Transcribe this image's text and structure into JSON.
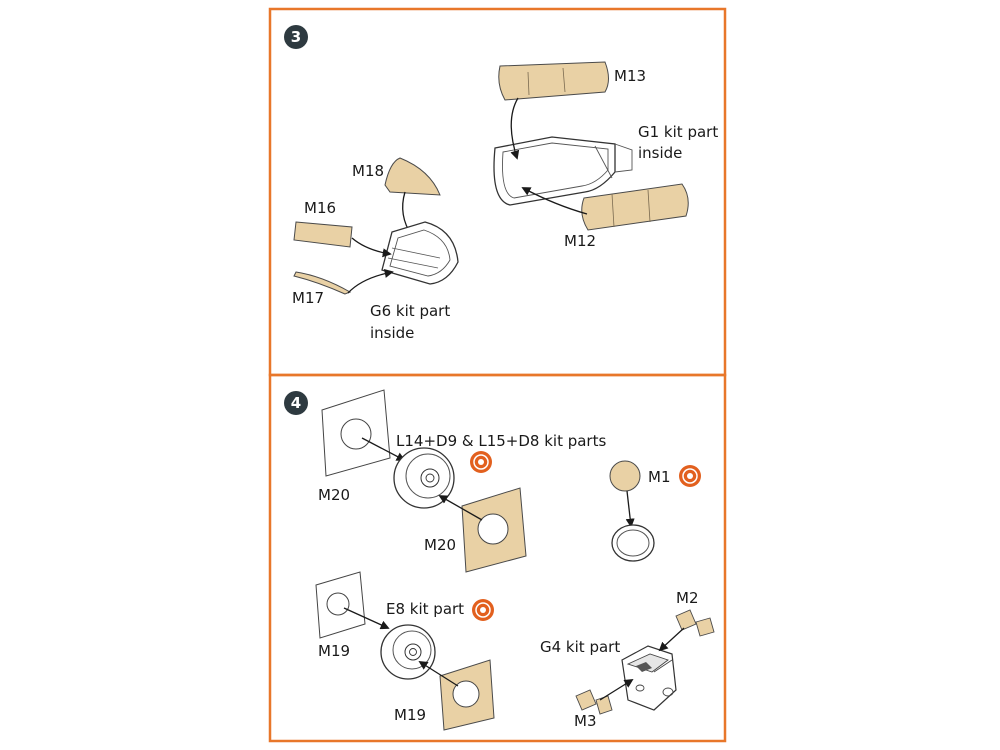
{
  "colors": {
    "frame": "#e8772a",
    "part_fill": "#e9d1a5",
    "part_stroke": "#4a4a4a",
    "step_badge": "#2e3a40",
    "paint_badge": "#e2601e"
  },
  "steps": [
    {
      "number": "3",
      "labels": {
        "m13": "M13",
        "g1_line1": "G1 kit part",
        "g1_line2": "inside",
        "m12": "M12",
        "m18": "M18",
        "m16": "M16",
        "m17": "M17",
        "g6_line1": "G6 kit part",
        "g6_line2": "inside"
      }
    },
    {
      "number": "4",
      "labels": {
        "l14": "L14+D9 & L15+D8 kit parts",
        "m20_top": "M20",
        "m20_bottom": "M20",
        "m1": "M1",
        "e8": "E8 kit part",
        "m19_top": "M19",
        "m19_bottom": "M19",
        "m2": "M2",
        "g4": "G4 kit part",
        "m3": "M3"
      }
    }
  ],
  "icons": {
    "step_badge": "circle-number-icon",
    "paint_badge": "paint-color-icon"
  }
}
